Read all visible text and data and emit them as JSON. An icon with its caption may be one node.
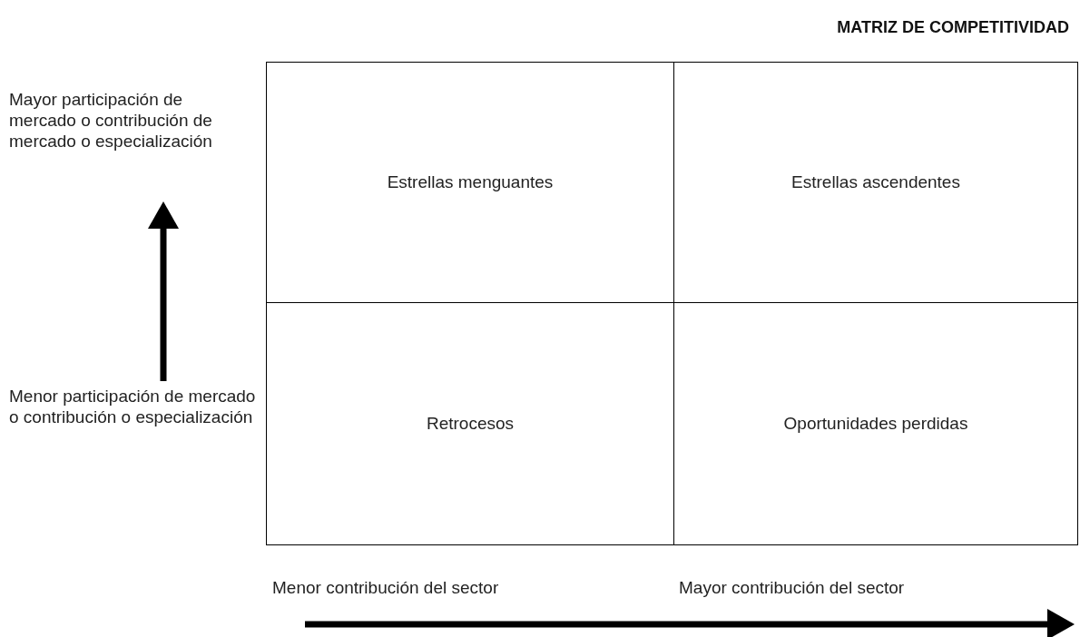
{
  "diagram": {
    "title": "MATRIZ DE COMPETITIVIDAD",
    "nodes": [
      {
        "text": [
          "Estrellas menguantes"
        ]
      },
      {
        "text": [
          "Estrellas ascendentes"
        ]
      },
      {
        "text": [
          "Retrocesos"
        ]
      },
      {
        "text": [
          "Oportunidades perdidas"
        ]
      }
    ],
    "labels": [
      "Mayor participación de mercado o contribución de mercado o especialización",
      "Menor participación de mercado o contribución o especialización",
      "Menor contribución del sector",
      "Mayor contribución del sector"
    ]
  }
}
